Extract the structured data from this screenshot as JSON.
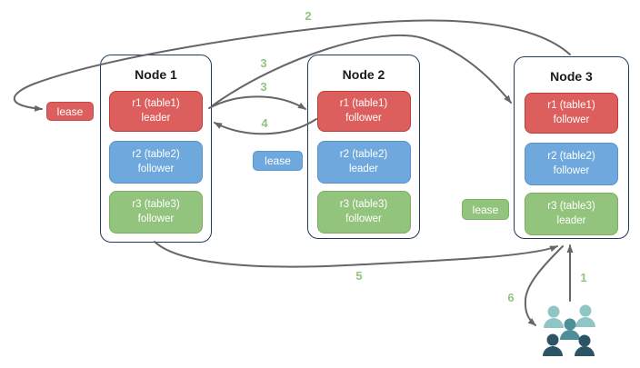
{
  "nodes": [
    {
      "title": "Node 1",
      "replicas": [
        {
          "name": "r1 (table1)",
          "role": "leader",
          "color": "#dd5f5d"
        },
        {
          "name": "r2 (table2)",
          "role": "follower",
          "color": "#6fa8dc"
        },
        {
          "name": "r3 (table3)",
          "role": "follower",
          "color": "#93c47d"
        }
      ]
    },
    {
      "title": "Node 2",
      "replicas": [
        {
          "name": "r1 (table1)",
          "role": "follower",
          "color": "#dd5f5d"
        },
        {
          "name": "r2 (table2)",
          "role": "leader",
          "color": "#6fa8dc"
        },
        {
          "name": "r3 (table3)",
          "role": "follower",
          "color": "#93c47d"
        }
      ]
    },
    {
      "title": "Node 3",
      "replicas": [
        {
          "name": "r1 (table1)",
          "role": "follower",
          "color": "#dd5f5d"
        },
        {
          "name": "r2 (table2)",
          "role": "follower",
          "color": "#6fa8dc"
        },
        {
          "name": "r3 (table3)",
          "role": "leader",
          "color": "#93c47d"
        }
      ]
    }
  ],
  "leases": [
    {
      "label": "lease",
      "color": "#dd5f5d"
    },
    {
      "label": "lease",
      "color": "#6fa8dc"
    },
    {
      "label": "lease",
      "color": "#93c47d"
    }
  ],
  "steps": {
    "s1": "1",
    "s2": "2",
    "s3a": "3",
    "s3b": "3",
    "s4": "4",
    "s5": "5",
    "s6": "6"
  },
  "icons": {
    "users_group": "group of users"
  },
  "colors": {
    "node_border": "#23395d",
    "arrow": "#666666",
    "step_label": "#93c47d",
    "replica_red": "#dd5f5d",
    "replica_blue": "#6fa8dc",
    "replica_green": "#93c47d",
    "users_light": "#8fc6c5",
    "users_medium": "#4d8e99",
    "users_dark": "#2d5465"
  }
}
